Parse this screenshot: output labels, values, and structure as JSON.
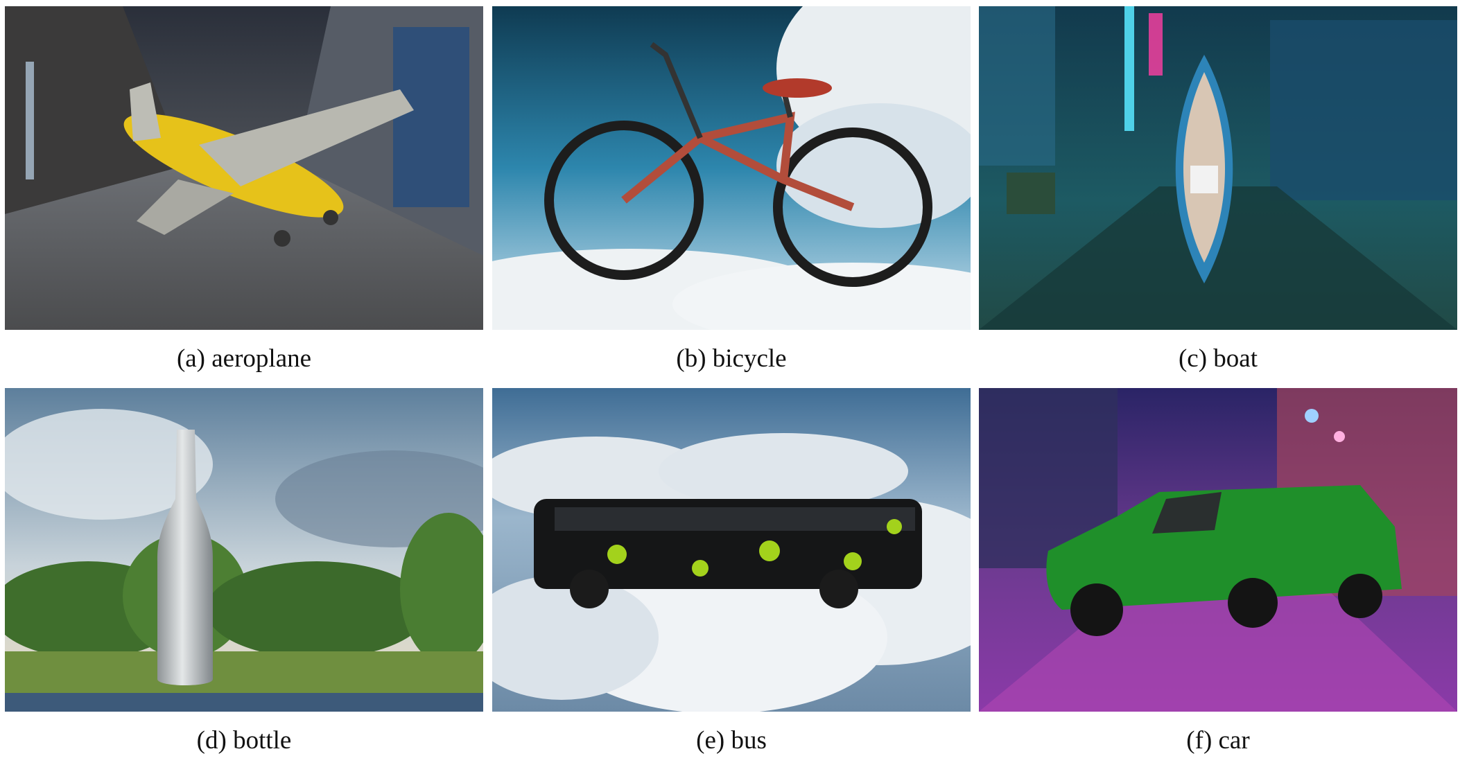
{
  "panels": [
    {
      "caption": "(a) aeroplane",
      "object": "aeroplane",
      "scene": "night alley"
    },
    {
      "caption": "(b) bicycle",
      "object": "bicycle",
      "scene": "sky with clouds"
    },
    {
      "caption": "(c) boat",
      "object": "boat",
      "scene": "rainy neon street"
    },
    {
      "caption": "(d) bottle",
      "object": "bottle",
      "scene": "park under cloudy sky"
    },
    {
      "caption": "(e) bus",
      "object": "bus",
      "scene": "sky with clouds"
    },
    {
      "caption": "(f) car",
      "object": "car",
      "scene": "purple neon street"
    }
  ]
}
